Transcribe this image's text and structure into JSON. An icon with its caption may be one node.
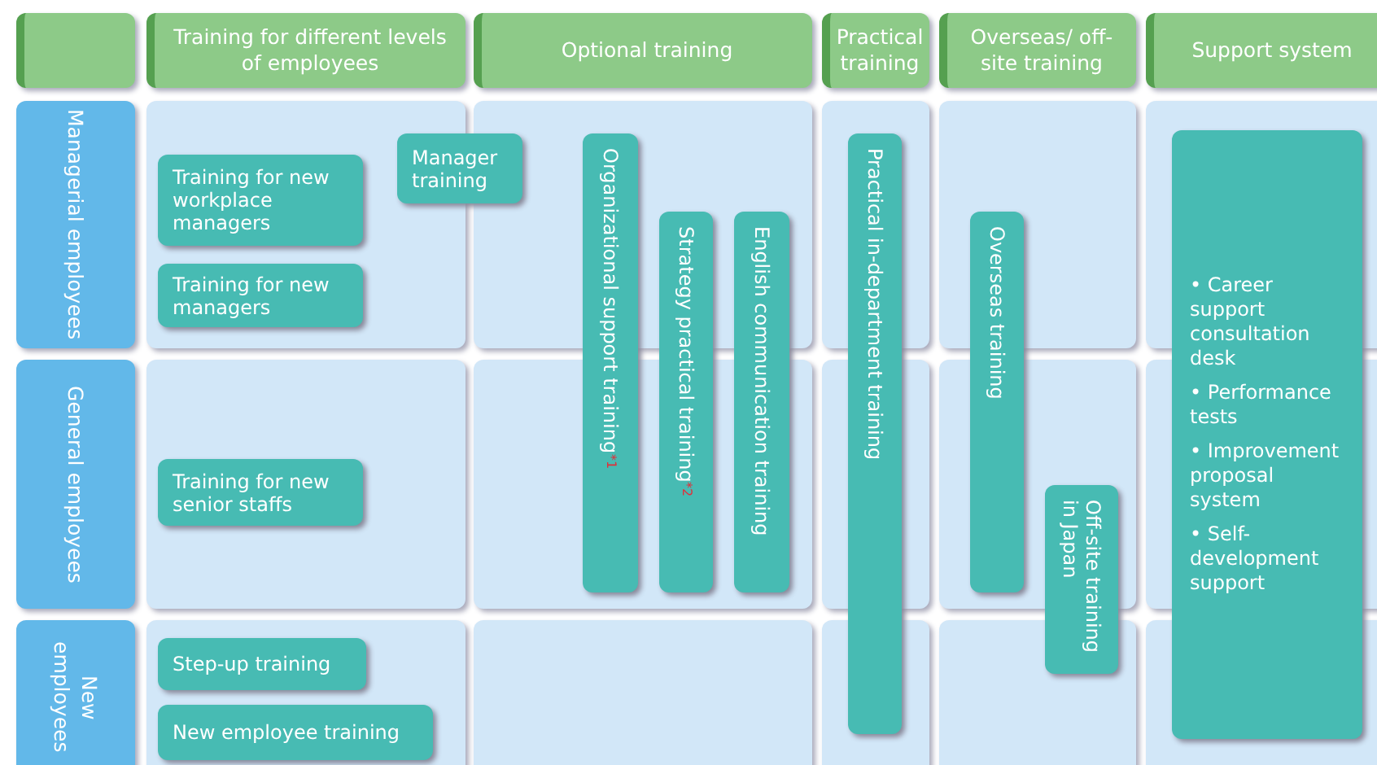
{
  "diagram": {
    "nodes": [
      {
        "text": [],
        "shape": "box"
      },
      {
        "text": [
          "Training for different levels of employees"
        ]
      },
      {
        "text": [
          "Optional training"
        ]
      },
      {
        "text": [
          "Practical training"
        ]
      },
      {
        "text": [
          "Overseas/ off-site training"
        ]
      },
      {
        "text": [
          "Support system"
        ]
      },
      {
        "text": [
          "Managerial employees"
        ]
      },
      {
        "text": [
          "Training for new workplace managers"
        ]
      },
      {
        "text": [
          "Manager training"
        ]
      },
      {
        "text": [
          "Training for new managers"
        ]
      },
      {
        "text": [
          "Organizational support training$^{*1}$"
        ]
      },
      {
        "text": [
          "Strategy practical training$^{*2}$"
        ]
      },
      {
        "text": [
          "English communication training"
        ]
      },
      {
        "text": [
          "Practical in-department training"
        ]
      },
      {
        "text": [
          "Overseas training"
        ]
      },
      {
        "text": [
          "• Career support consultation desk",
          "• Performance tests",
          "• Improvement proposal system",
          "• Self-development support"
        ]
      },
      {
        "text": [
          "General employees"
        ]
      },
      {
        "text": [
          "Training for new senior staffs"
        ]
      },
      {
        "text": [
          "Off-site training in Japan"
        ]
      },
      {
        "text": [
          "New employees"
        ]
      },
      {
        "text": [
          "Step-up training"
        ]
      },
      {
        "text": [
          "New employee training"
        ]
      }
    ],
    "edges": []
  }
}
